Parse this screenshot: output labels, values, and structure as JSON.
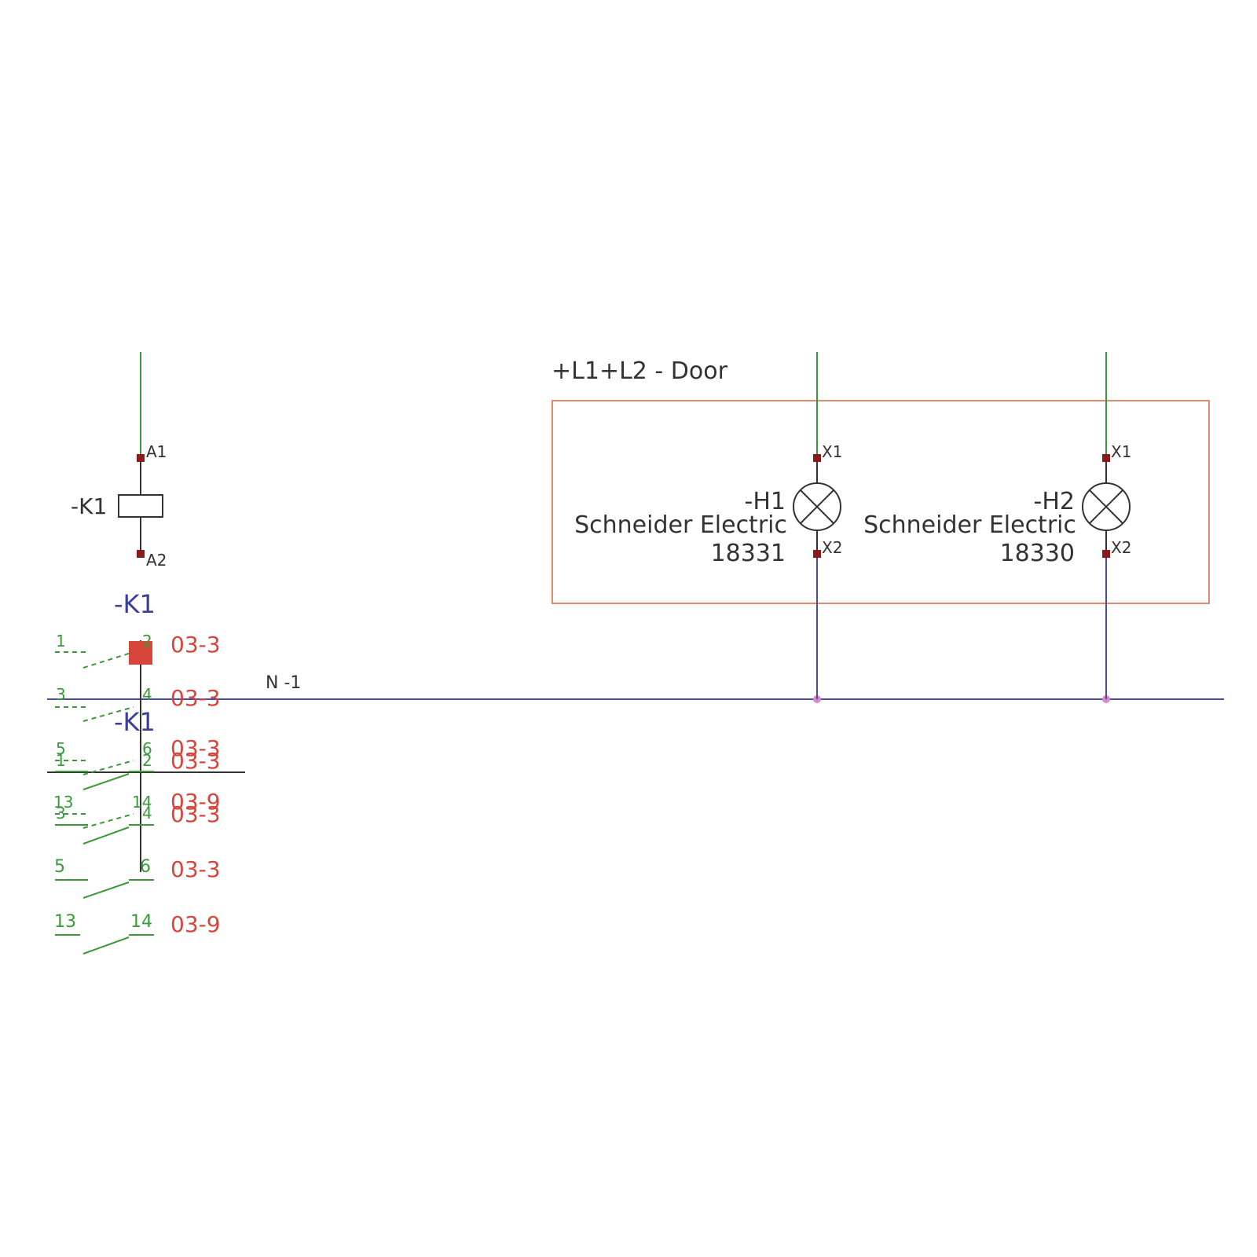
{
  "colors": {
    "wire_green": "#3a9a3a",
    "wire_blue": "#4a4aa8",
    "terminal_red": "#8b1a1a",
    "junction_pink": "#d98ac4",
    "location_box": "#e08a70",
    "contact_green": "#3a9a3a",
    "xref_red": "#d8453a",
    "text_dark": "#333333",
    "text_blue": "#3d3d9a"
  },
  "location_box": {
    "label": "+L1+L2 - Door"
  },
  "net_label": "N -1",
  "coil": {
    "tag": "-K1",
    "terminal_top": "A1",
    "terminal_bottom": "A2"
  },
  "contact_tag_upper": "-K1",
  "contact_tag_lower": "-K1",
  "contacts_upper": [
    {
      "left": "1",
      "right": "2",
      "xref": "03-3"
    },
    {
      "left": "3",
      "right": "4",
      "xref": "03-3"
    }
  ],
  "contacts_lower": [
    {
      "left": "1",
      "right": "2",
      "xref": "03-3"
    },
    {
      "left": "3",
      "right": "4",
      "xref": "03-3"
    },
    {
      "left": "5",
      "right": "6",
      "xref": "03-3"
    },
    {
      "left": "13",
      "right": "14",
      "xref": "03-9"
    }
  ],
  "contacts_ghost": [
    {
      "left": "5",
      "right": "6",
      "xref": "03-3"
    },
    {
      "left": "13",
      "right": "14",
      "xref": "03-9"
    }
  ],
  "lamps": [
    {
      "tag": "-H1",
      "manufacturer": "Schneider Electric",
      "part": "18331",
      "terminal_top": "X1",
      "terminal_bottom": "X2",
      "icon": "lamp-icon"
    },
    {
      "tag": "-H2",
      "manufacturer": "Schneider Electric",
      "part": "18330",
      "terminal_top": "X1",
      "terminal_bottom": "X2",
      "icon": "lamp-icon"
    }
  ]
}
